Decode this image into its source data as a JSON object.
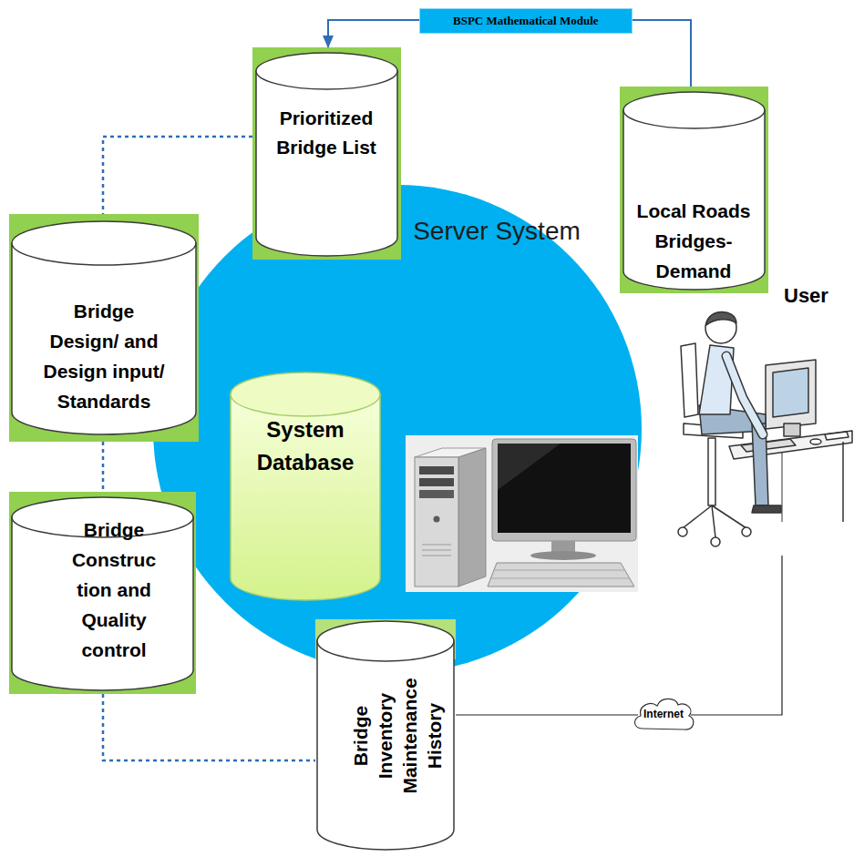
{
  "diagram": {
    "nodes": [
      {
        "text": [
          "Prioritized Bridge List"
        ]
      },
      {
        "text": [
          "Local Roads Bridges- Demand"
        ]
      },
      {
        "text": [
          "Bridge Design/ and Design input/ Standards"
        ]
      },
      {
        "text": [
          "Server System"
        ]
      },
      {
        "text": [
          "System Database"
        ],
        "in": 3
      },
      {
        "text": [
          "User"
        ]
      },
      {
        "text": [
          "Bridge Construc tion and Quality control"
        ]
      },
      {
        "text": [
          "Bridge Inventory Maintenance History"
        ]
      },
      {
        "text": [
          "Internet"
        ]
      }
    ],
    "edges": [
      {
        "from": 1,
        "to": 0,
        "arrow": "to",
        "label": "BSPC Mathematical Module"
      },
      {
        "from": 0,
        "to": 2,
        "arrow": "none"
      },
      {
        "from": 2,
        "to": 6,
        "arrow": "none"
      },
      {
        "from": 6,
        "to": 7,
        "arrow": "none"
      },
      {
        "from": 7,
        "to": 8,
        "arrow": "none"
      },
      {
        "from": 8,
        "to": 5,
        "arrow": "none"
      }
    ]
  }
}
